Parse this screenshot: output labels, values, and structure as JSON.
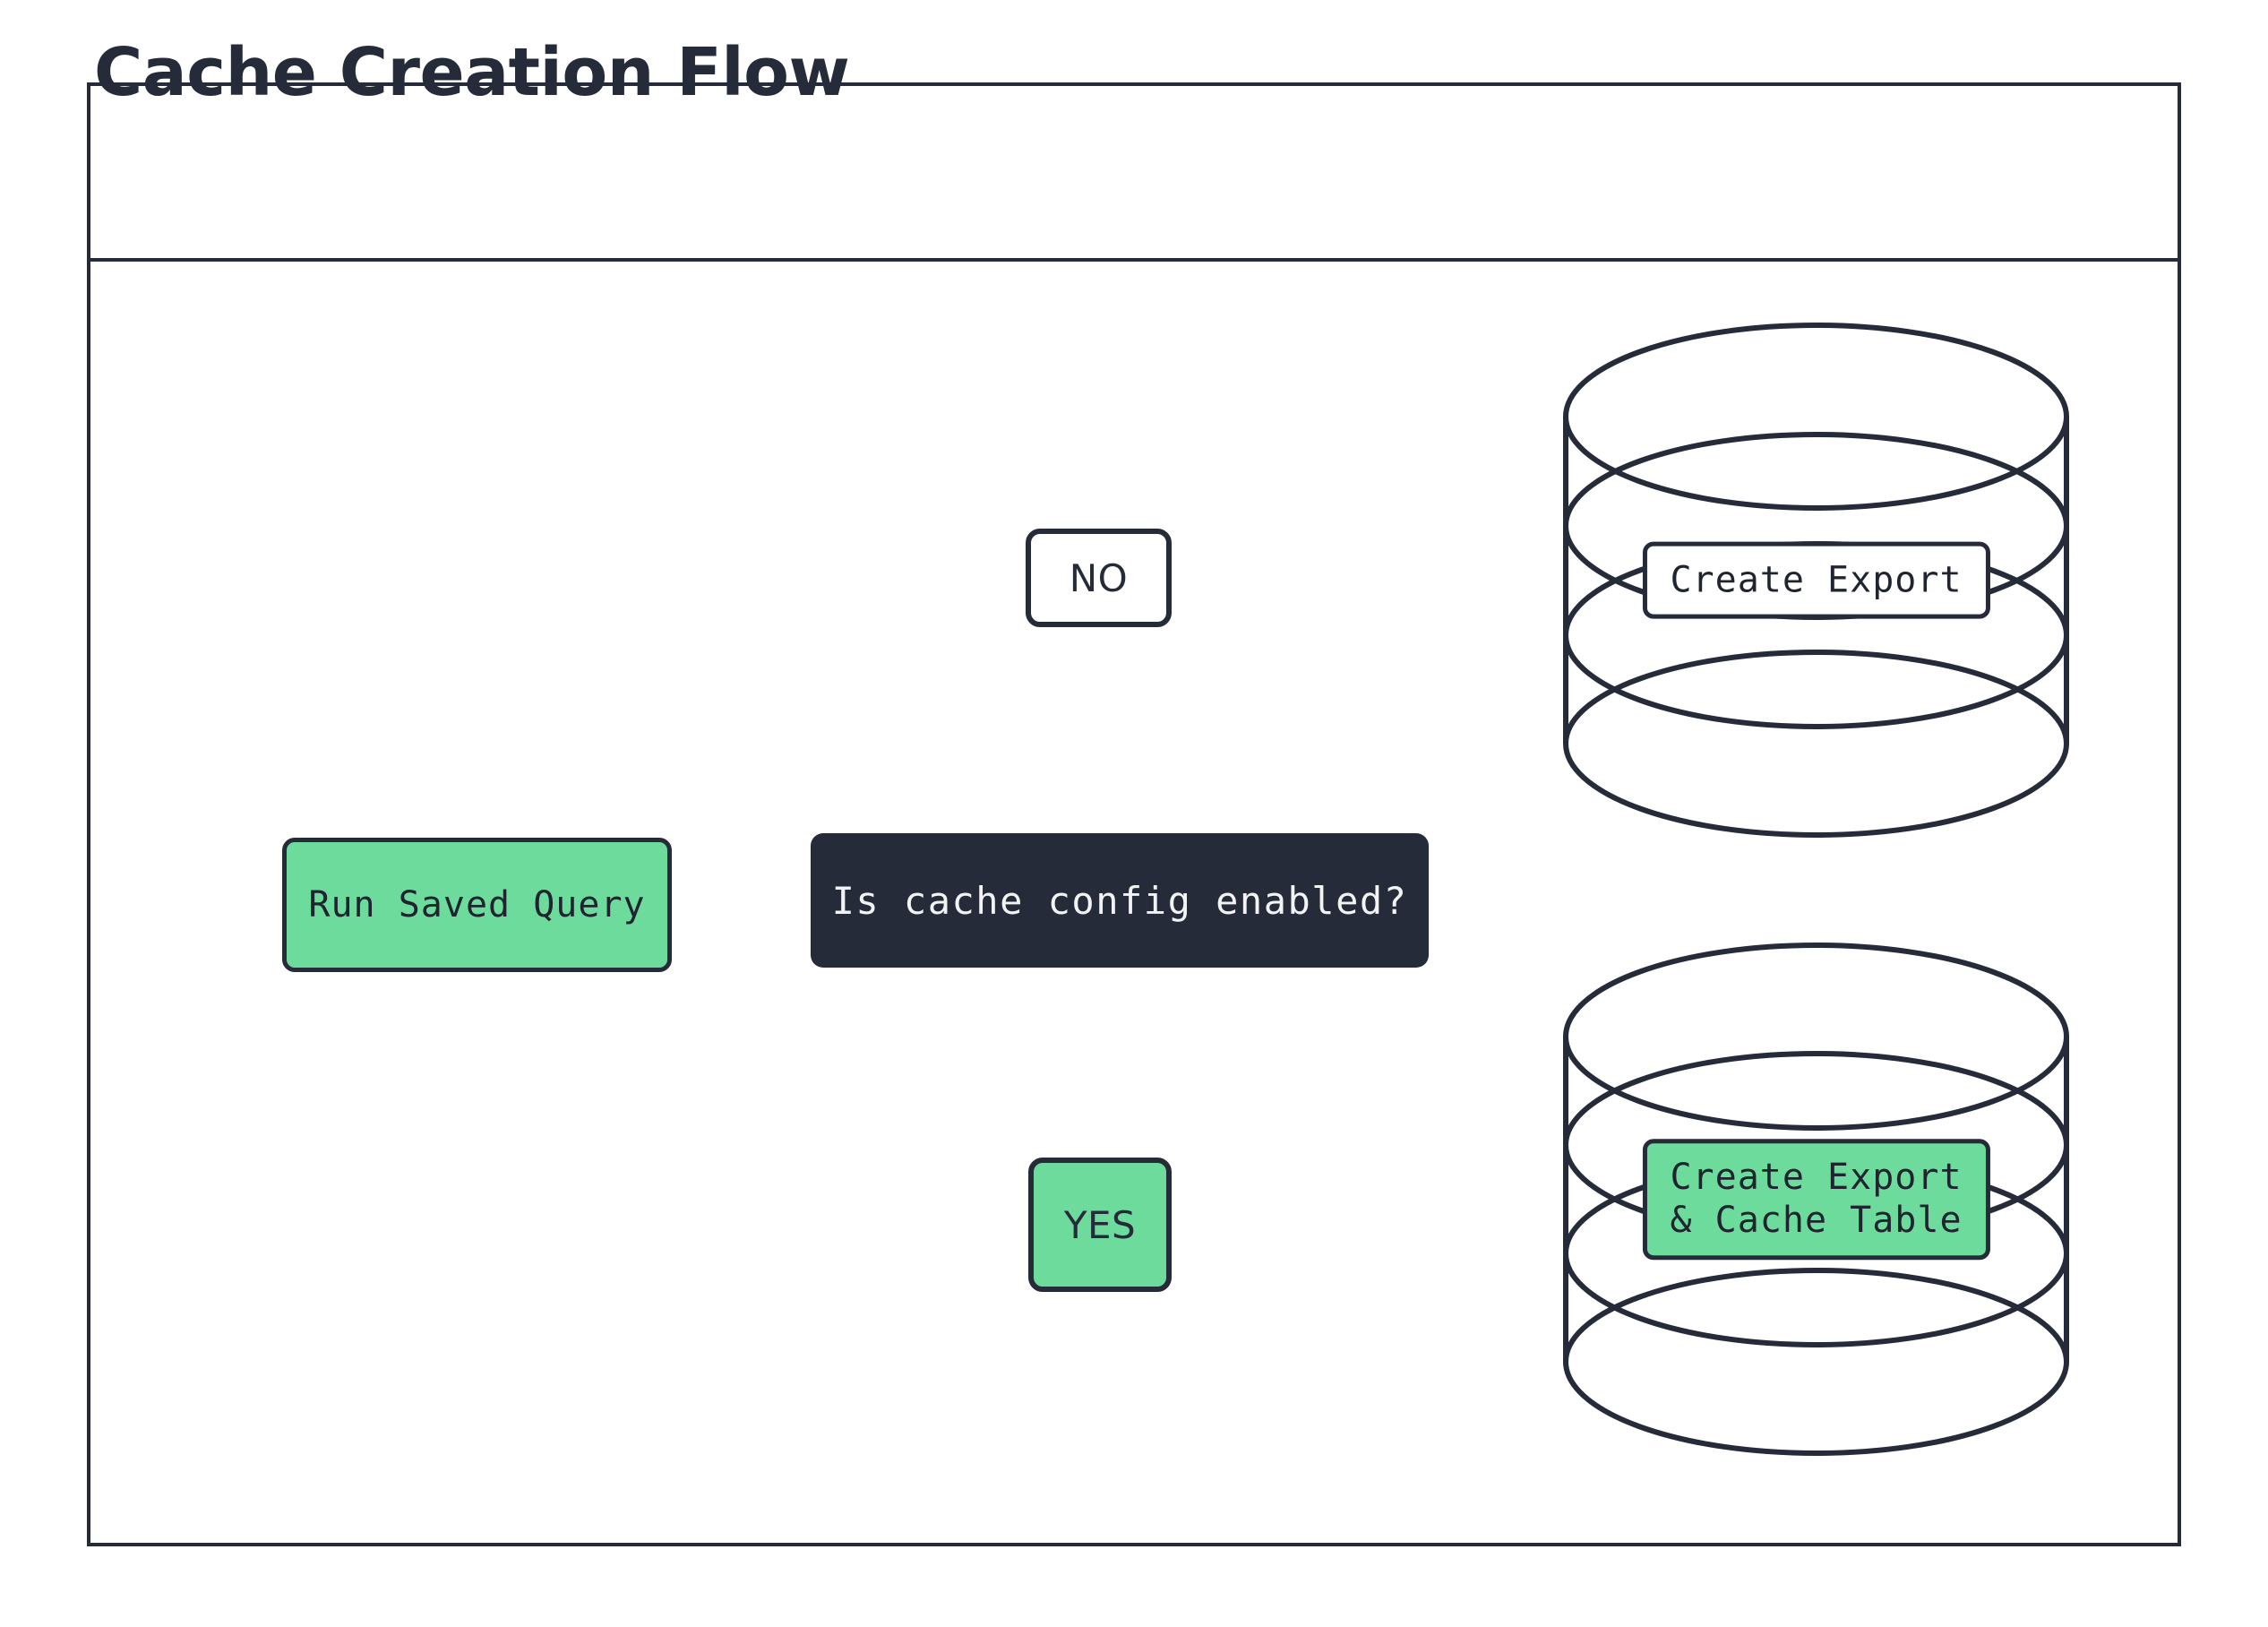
{
  "diagram": {
    "title": "Cache Creation Flow",
    "type": "flowchart",
    "colors": {
      "ink": "#262b3a",
      "accent_green": "#6CDB9C",
      "node_dark_bg": "#262b3a",
      "node_dark_text": "#f2f3f5",
      "canvas": "#ffffff"
    }
  },
  "nodes": {
    "run_saved_query": {
      "label": "Run Saved Query",
      "shape": "rounded-rect",
      "fill": "green"
    },
    "decision": {
      "label": "Is cache config enabled?",
      "shape": "rounded-rect",
      "fill": "dark"
    },
    "branch_no": {
      "label": "NO",
      "shape": "rounded-rect",
      "fill": "white"
    },
    "branch_yes": {
      "label": "YES",
      "shape": "rounded-rect",
      "fill": "green"
    },
    "db_export": {
      "label": "Create Export",
      "shape": "cylinder",
      "fill": "white"
    },
    "db_export_cache": {
      "label": "Create Export\n& Cache Table",
      "shape": "cylinder",
      "fill": "green"
    }
  },
  "edges": [
    {
      "from": "run_saved_query",
      "to": "decision",
      "label": ""
    },
    {
      "from": "decision",
      "to": "branch_no",
      "label": ""
    },
    {
      "from": "branch_no",
      "to": "db_export",
      "label": ""
    },
    {
      "from": "decision",
      "to": "branch_yes",
      "label": ""
    },
    {
      "from": "branch_yes",
      "to": "db_export_cache",
      "label": ""
    }
  ]
}
